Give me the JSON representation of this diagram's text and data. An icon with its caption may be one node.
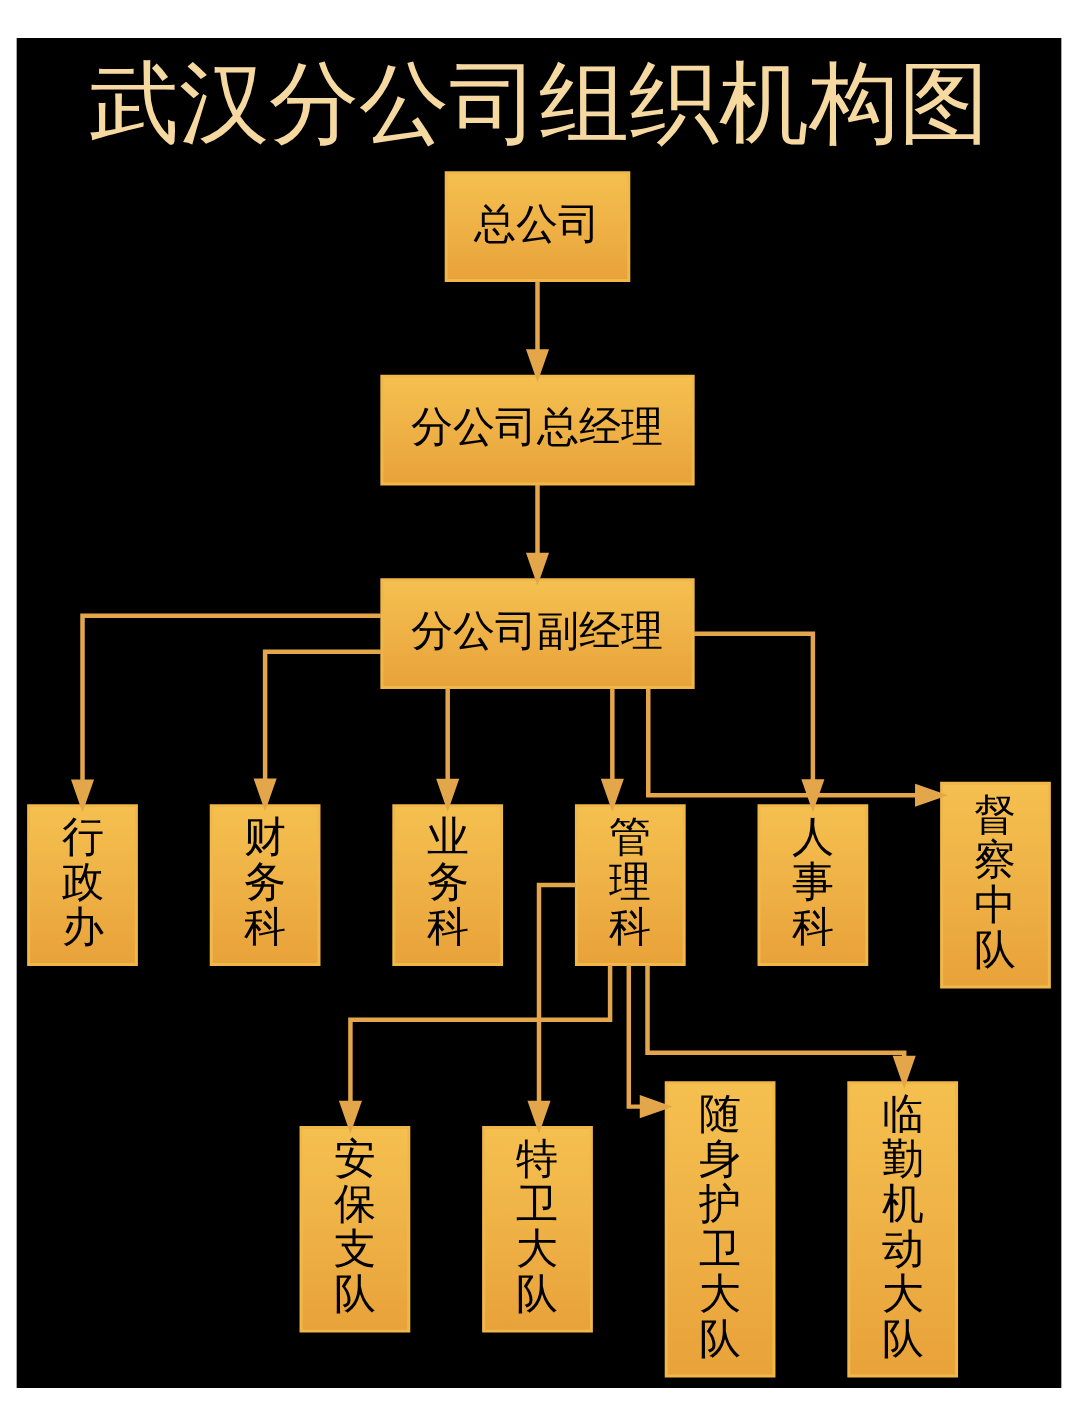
{
  "diagram": {
    "title": "武汉分公司组织机构图",
    "nodes": [
      {
        "text": [
          "总公司"
        ]
      },
      {
        "text": [
          "分公司总经理"
        ]
      },
      {
        "text": [
          "分公司副经理"
        ]
      },
      {
        "text": [
          "行政办"
        ]
      },
      {
        "text": [
          "财务科"
        ]
      },
      {
        "text": [
          "业务科"
        ]
      },
      {
        "text": [
          "管理科"
        ]
      },
      {
        "text": [
          "人事科"
        ]
      },
      {
        "text": [
          "督察中队"
        ]
      },
      {
        "text": [
          "安保支队"
        ]
      },
      {
        "text": [
          "特卫大队"
        ]
      },
      {
        "text": [
          "随身护卫大队"
        ]
      },
      {
        "text": [
          "临勤机动大队"
        ]
      }
    ],
    "edges": [
      {
        "from": 0,
        "to": 1,
        "arrow": "to"
      },
      {
        "from": 1,
        "to": 2,
        "arrow": "to"
      },
      {
        "from": 2,
        "to": 3,
        "arrow": "to"
      },
      {
        "from": 2,
        "to": 4,
        "arrow": "to"
      },
      {
        "from": 2,
        "to": 5,
        "arrow": "to"
      },
      {
        "from": 2,
        "to": 6,
        "arrow": "to"
      },
      {
        "from": 2,
        "to": 7,
        "arrow": "to"
      },
      {
        "from": 2,
        "to": 8,
        "arrow": "to"
      },
      {
        "from": 6,
        "to": 9,
        "arrow": "to"
      },
      {
        "from": 6,
        "to": 10,
        "arrow": "to"
      },
      {
        "from": 6,
        "to": 11,
        "arrow": "to"
      },
      {
        "from": 6,
        "to": 12,
        "arrow": "to"
      }
    ]
  }
}
